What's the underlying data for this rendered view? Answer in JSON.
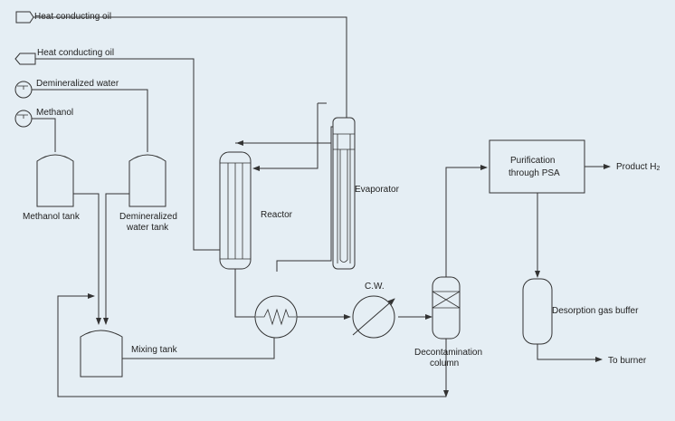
{
  "inputs": {
    "oil_1": "Heat conducting oil",
    "oil_2": "Heat conducting oil",
    "water": "Demineralized water",
    "methanol": "Methanol"
  },
  "equipment": {
    "methanol_tank": "Methanol tank",
    "water_tank_line1": "Demineralized",
    "water_tank_line2": "water tank",
    "mixing_tank": "Mixing tank",
    "reactor": "Reactor",
    "evaporator": "Evaporator",
    "cooler": "C.W.",
    "decon_line1": "Decontamination",
    "decon_line2": "column",
    "psa_line1": "Purification",
    "psa_line2": "through PSA",
    "buffer": "Desorption gas buffer"
  },
  "outputs": {
    "product": "Product H",
    "product_sub": "2",
    "burner": "To burner"
  }
}
